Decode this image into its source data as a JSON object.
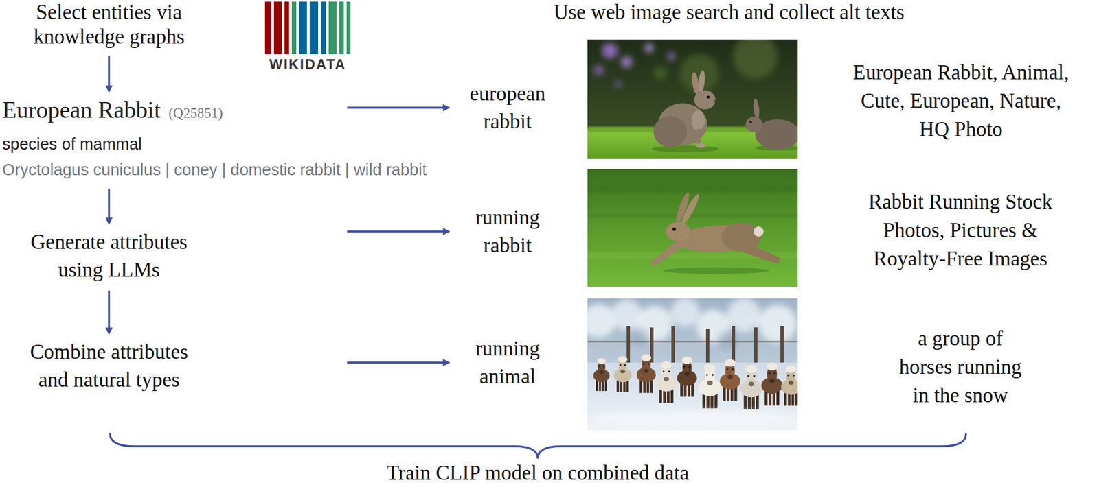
{
  "diagram": {
    "nodes": [
      {
        "text": [
          "Select entities via knowledge graphs"
        ]
      },
      {
        "text": [
          "European Rabbit",
          "(Q25851)",
          "species of mammal",
          "Oryctolagus cuniculus | coney | domestic rabbit | wild rabbit"
        ]
      },
      {
        "text": [
          "Generate attributes using LLMs"
        ]
      },
      {
        "text": [
          "Combine attributes and natural types"
        ]
      },
      {
        "text": [
          "european rabbit"
        ]
      },
      {
        "text": [
          "running rabbit"
        ]
      },
      {
        "text": [
          "running animal"
        ]
      }
    ],
    "edges": [
      {
        "from": 0,
        "to": 1,
        "arrow": "to"
      },
      {
        "from": 1,
        "to": 2,
        "arrow": "to"
      },
      {
        "from": 2,
        "to": 3,
        "arrow": "to"
      },
      {
        "from": 1,
        "to": 4,
        "arrow": "to"
      },
      {
        "from": 2,
        "to": 5,
        "arrow": "to"
      },
      {
        "from": 3,
        "to": 6,
        "arrow": "to"
      }
    ],
    "labels": [
      "WIKIDATA",
      "Use web image search and collect alt texts",
      "European Rabbit, Animal, Cute, European, Nature, HQ Photo",
      "Rabbit Running Stock Photos, Pictures & Royalty-Free Images",
      "a group of horses running in the snow",
      "Train CLIP model on combined data"
    ]
  }
}
